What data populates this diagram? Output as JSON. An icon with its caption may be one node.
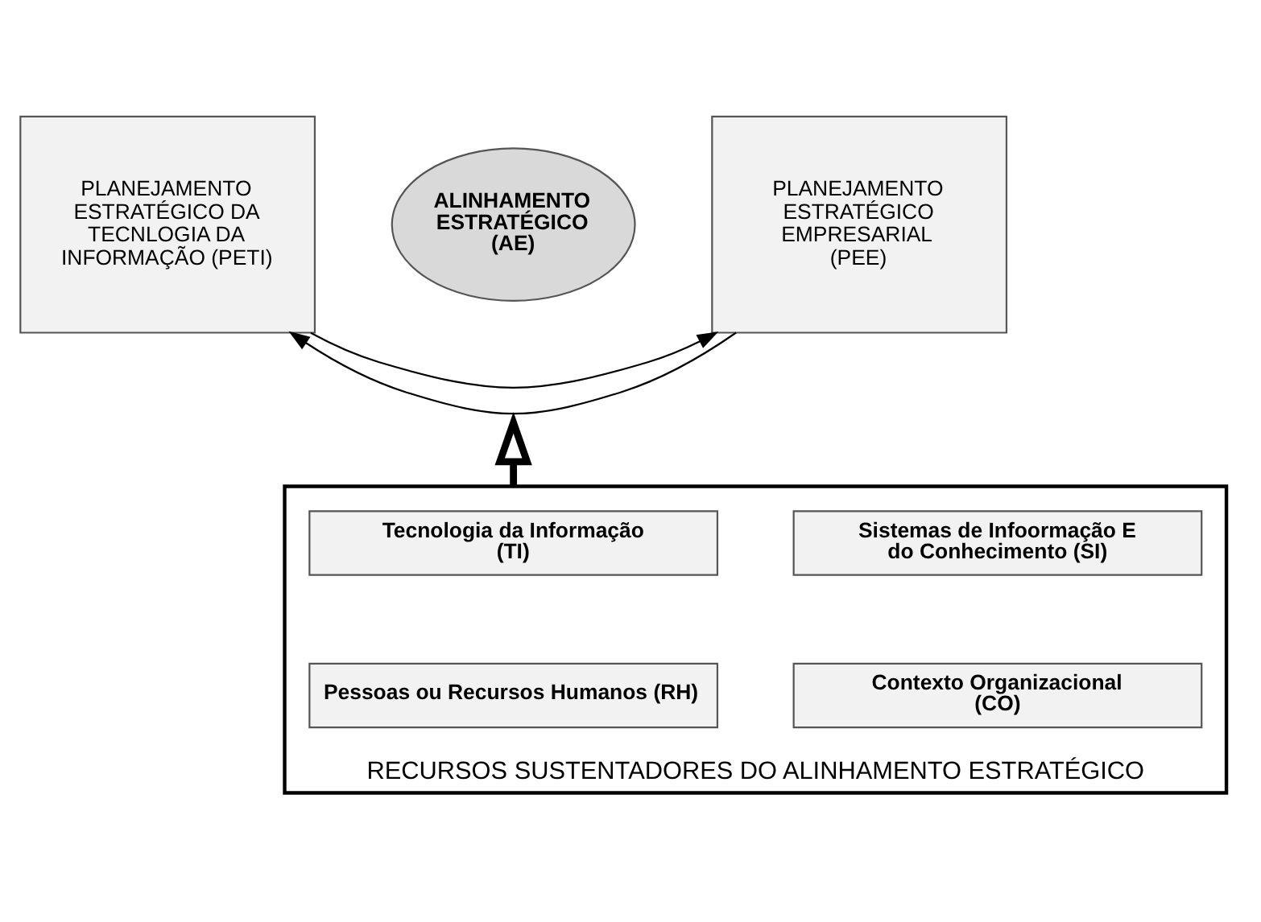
{
  "diagram": {
    "nodes": [
      {
        "text": [
          "PLANEJAMENTO ESTRATÉGICO DA TECNLOGIA DA INFORMAÇÃO (PETI)"
        ]
      },
      {
        "text": [
          "ALINHAMENTO ESTRATÉGICO (AE)"
        ]
      },
      {
        "text": [
          "PLANEJAMENTO ESTRATÉGICO EMPRESARIAL (PEE)"
        ]
      },
      {
        "text": [
          "RECURSOS SUSTENTADORES DO ALINHAMENTO ESTRATÉGICO"
        ]
      },
      {
        "text": [
          "Tecnologia da Informação (TI)"
        ],
        "in": 3
      },
      {
        "text": [
          "Sistemas de Infoormação E do Conhecimento (SI)"
        ],
        "in": 3
      },
      {
        "text": [
          "Pessoas ou Recursos Humanos (RH)"
        ],
        "in": 3
      },
      {
        "text": [
          "Contexto Organizacional (CO)"
        ],
        "in": 3
      }
    ],
    "edges": [
      {
        "from": 0,
        "to": 2,
        "arrow": "to"
      },
      {
        "from": 2,
        "to": 0,
        "arrow": "to"
      },
      {
        "from": 3,
        "to": null,
        "arrow": "to",
        "style": "thick"
      }
    ]
  }
}
